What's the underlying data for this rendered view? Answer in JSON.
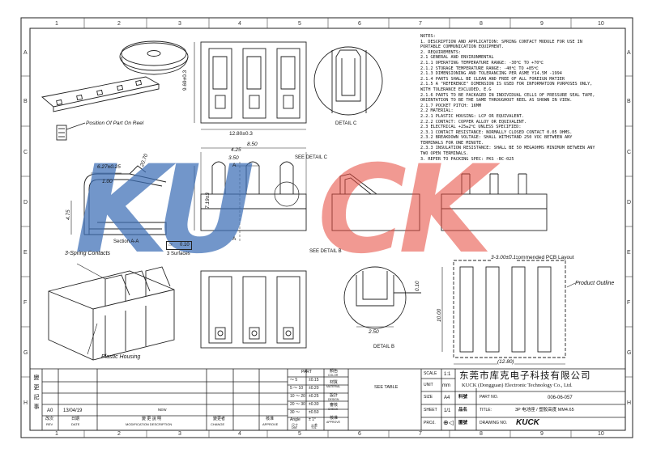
{
  "grid": {
    "cols": [
      "1",
      "2",
      "3",
      "4",
      "5",
      "6",
      "7",
      "8",
      "9",
      "10"
    ],
    "rows": [
      "A",
      "B",
      "C",
      "D",
      "E",
      "F",
      "G",
      "H"
    ]
  },
  "watermark": {
    "left": "KU",
    "right": "CK",
    "left_color": "#3d6fb6",
    "right_color": "#e7473a"
  },
  "views": {
    "reel_caption": "Position Of Part On Reel",
    "top_width": "12.80±0.3",
    "top_height": "9.69±0.3",
    "detail_c_caption": "DETAIL C",
    "detail_b_caption": "DETAIL B",
    "section_caption": "Section A-A",
    "dim_627": "6.27±0.25",
    "dim_2070": "20.70",
    "dim_100": "1.00",
    "dim_475": "4.75",
    "dim_850": "8.50",
    "dim_425": "4.25",
    "dim_350": "3.50",
    "dim_719": "7.19±3",
    "label_a_top": "A",
    "label_a_bot": "A",
    "see_detail_c": "SEE DETAIL C",
    "see_detail_b": "SEE DETAIL B",
    "flatness": "0.10",
    "surfaces": "3 Surfaces",
    "spring_contacts": "3-Spring Contacts",
    "plastic_housing": "Plastic Housing",
    "detail_b_dim_250": "2.50",
    "detail_b_dim_010": "0.10",
    "pcb_caption": "Recommended PCB Layout",
    "pcb_pitch": "3-3.00±0.1",
    "product_outline": "Product Outline",
    "pcb_height": "10.00",
    "pcb_width": "(12.80)"
  },
  "notes": [
    "NOTES:",
    "1.  DESCRIPTION  AND  APPLICATION: SPRING  CONTACT  MODULE  FOR  USE  IN",
    "      PORTABLE  COMMUNICATION  EQUIPMENT.",
    "2.  REQUIREMENTS:",
    "2.1  GENERAL  AND  ENVIRONMENTAL",
    "2.1.1     OPERATING  TEMPERATURE  RANGE:  -30℃  TO  +70℃",
    "2.1.2  STORAGE  TEMPERATURE  RANGE:  -40℃  TO  +85℃",
    "2.1.3  DIMENSIONING  AND  TOLERANCING  PER  ASME  Y14.5M -1994",
    "2.1.4  PARTS  SHALL  BE  CLEAN  AND  FREE  OF  ALL  FOREIGN  MATIER",
    "2.1.5  A  \"REFERENCE\"  DIMENSION  IS  USED  FOR  INFORMATION  PURPOSES  ONLY,",
    "       WITH  TOLERANCE  EXCLUDED,  E.G",
    "2.1.6  PARTS  TO  BE  PACKAGED  IN  INDIVIDUAL  CELLS  OF  PRESSURE  SEAL  TAPE,",
    "       ORIENTATION  TO  BE  THE  SAME  THROUGHOUT  REEL  AS  SHOWN  IN  VIEW.",
    "2.1.7  POCKET  PITCH:  16MM",
    "2.2  MATERIAL:",
    "2.2.1  PLASTIC  HOUSING:  LCP  OR  EQUIVALENT.",
    "2.2.2  CONTACT:  COPPER  ALLOY  OR  EQUIVALENT.",
    "2.3  ELECTRICAL  +25±2℃  UNLESS  SPECIFIED:",
    "2.3.1     CONTACT  RESISTANCE:  NORMALLY  CLOSED  CONTACT  0.05  OHMS.",
    "2.3.2  BREAKDOWN  VOLTAGE:  SHALL  WITHSTAND  250  VOC  BETWEEN  ANY",
    "         TERMINALS  FOR  ONE  MINUTE.",
    "2.3.3  INSULATION  RESISTANCE:  SHALL  BE  50  MEGAOHMS  MINIMUM  BETWEEN  ANY",
    "         TWO  OPEN  TERMINALS.",
    "3.  REFER  TO  PACKING  SPEC:  PKS -BC-025"
  ],
  "title_block": {
    "revision_side_label": "變 更 記 事",
    "rev_code": "A0",
    "rev_date": "13/04/19",
    "rev_new": "NEW",
    "col_rev": "改次",
    "col_rev_en": "REV",
    "col_date": "日期",
    "col_date_en": "DATE",
    "col_mod": "變 更 說 明",
    "col_mod_en": "MODIFICATION  DESCRIPTION",
    "col_change": "變更者",
    "col_change_en": "CHANGE",
    "col_approve": "核准",
    "col_approve_en": "APPROVE",
    "tol_header": "PART",
    "tol_rows": [
      {
        "dim": "～ 5",
        "tol": "±0.15"
      },
      {
        "dim": "5 ～ 10",
        "tol": "±0.20"
      },
      {
        "dim": "10 ～ 20",
        "tol": "±0.25"
      },
      {
        "dim": "20 ～ 30",
        "tol": "±0.30"
      },
      {
        "dim": "30 ～",
        "tol": "±0.50"
      },
      {
        "dim": "Angle",
        "tol": "± 1°"
      }
    ],
    "col_dim": "尺寸",
    "col_dim_en": "DIM",
    "col_tol": "公差",
    "col_tol_en": "TOL",
    "color_cn": "顏色",
    "color_en": "COLOR",
    "material_cn": "材質",
    "material_en": "MATERIAL",
    "design_cn": "設計",
    "design_en": "DESIGN",
    "check_cn": "審核",
    "check_en": "CHECK",
    "approve_cn": "核准",
    "approve_en": "APPROVE",
    "see_table": "SEE TABLE",
    "scale_label": "SCALE",
    "scale_value": "1:1",
    "unit_label": "UNIT",
    "unit_value": "mm",
    "size_label": "SIZE",
    "size_value": "A4",
    "sheet_label": "SHEET",
    "sheet_value": "1/1",
    "proj_label": "PROJ.",
    "company_cn": "东莞市库克电子科技有限公司",
    "company_en": "KUCK (Dongguan) Electronic Technology Co., Ltd.",
    "part_no_cn": "料號",
    "part_no_en": "PART  NO.",
    "part_no_value": "006-06-057",
    "title_cn": "品名",
    "title_en": "TITLE:",
    "title_value": "3P 电池座 / 塑胶高度 MM4.65",
    "drawing_no_cn": "圖號",
    "drawing_no_en": "DRAWING  NO.",
    "brand": "KUCK"
  }
}
